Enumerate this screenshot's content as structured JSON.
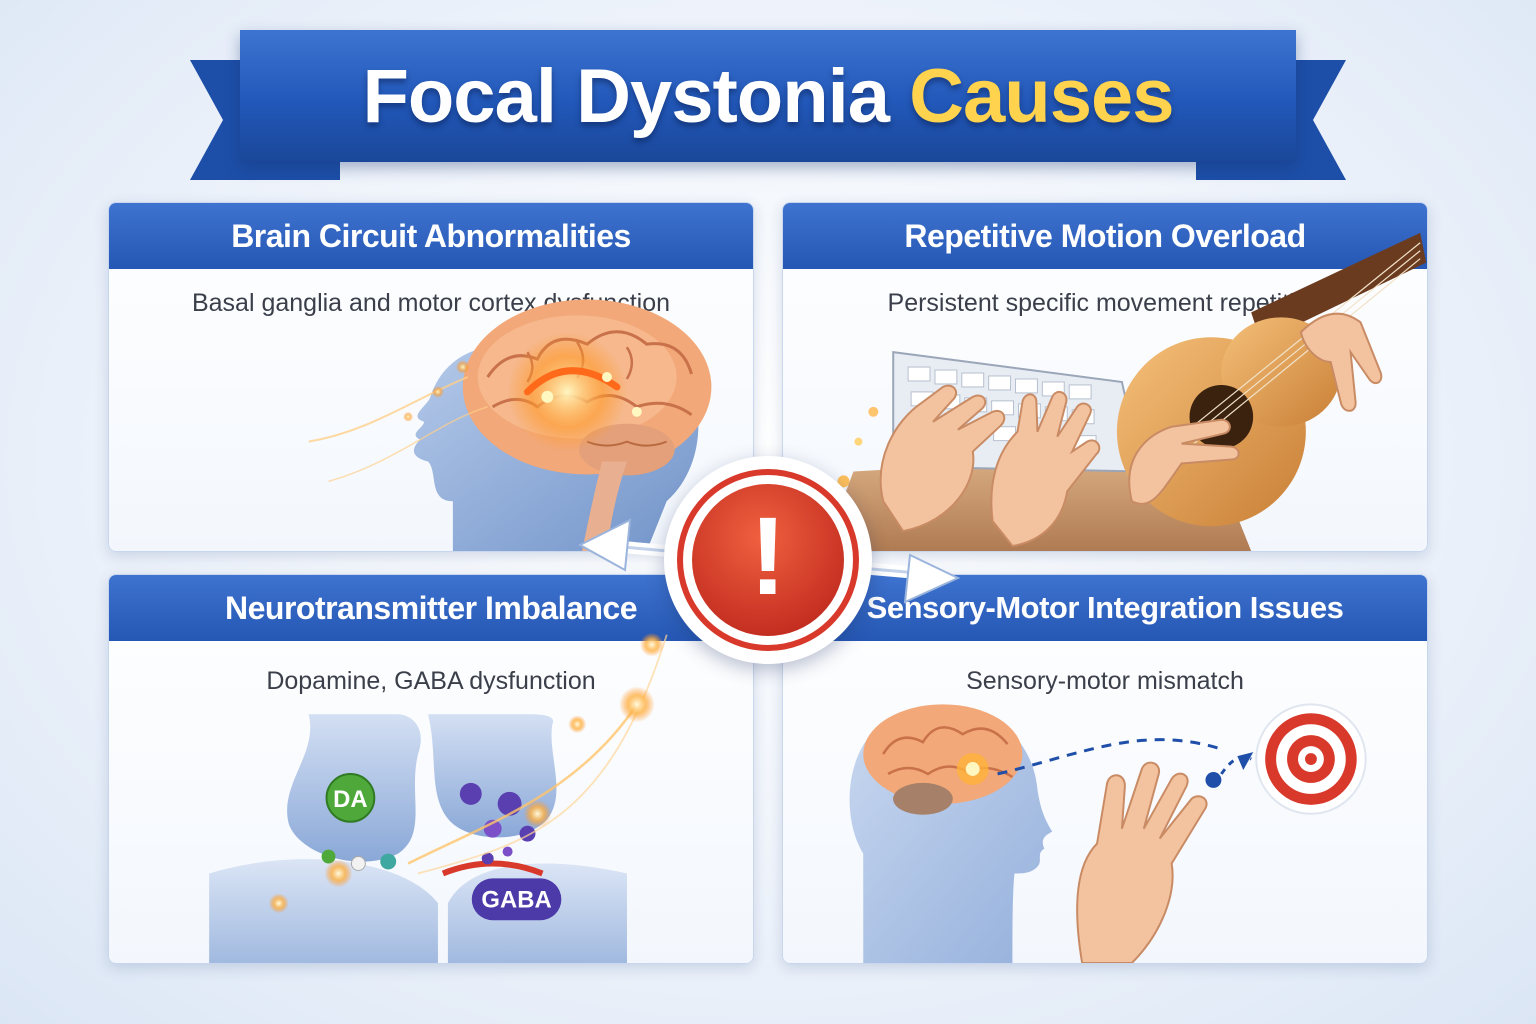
{
  "title": {
    "main": "Focal Dystonia",
    "accent": "Causes"
  },
  "panels": [
    {
      "title": "Brain Circuit Abnormalities",
      "description": "Basal ganglia and motor cortex dysfunction"
    },
    {
      "title": "Repetitive Motion Overload",
      "description": "Persistent specific movement repetition"
    },
    {
      "title": "Neurotransmitter Imbalance",
      "description": "Dopamine, GABA dysfunction",
      "labels": {
        "dopamine": "DA",
        "gaba": "GABA"
      }
    },
    {
      "title": "Sensory-Motor Integration Issues",
      "description": "Sensory-motor mismatch"
    }
  ],
  "center": {
    "symbol": "!"
  },
  "icons": [
    "brain-icon",
    "keyboard-icon",
    "guitar-icon",
    "hand-icon",
    "synapse-icon",
    "target-icon",
    "alert-icon"
  ],
  "colors": {
    "banner": "#2258b9",
    "accent": "#ffd34d",
    "panel_header": "#2f63c0",
    "alert": "#d8392b",
    "brain": "#f0a070",
    "head": "#6f93c9"
  }
}
